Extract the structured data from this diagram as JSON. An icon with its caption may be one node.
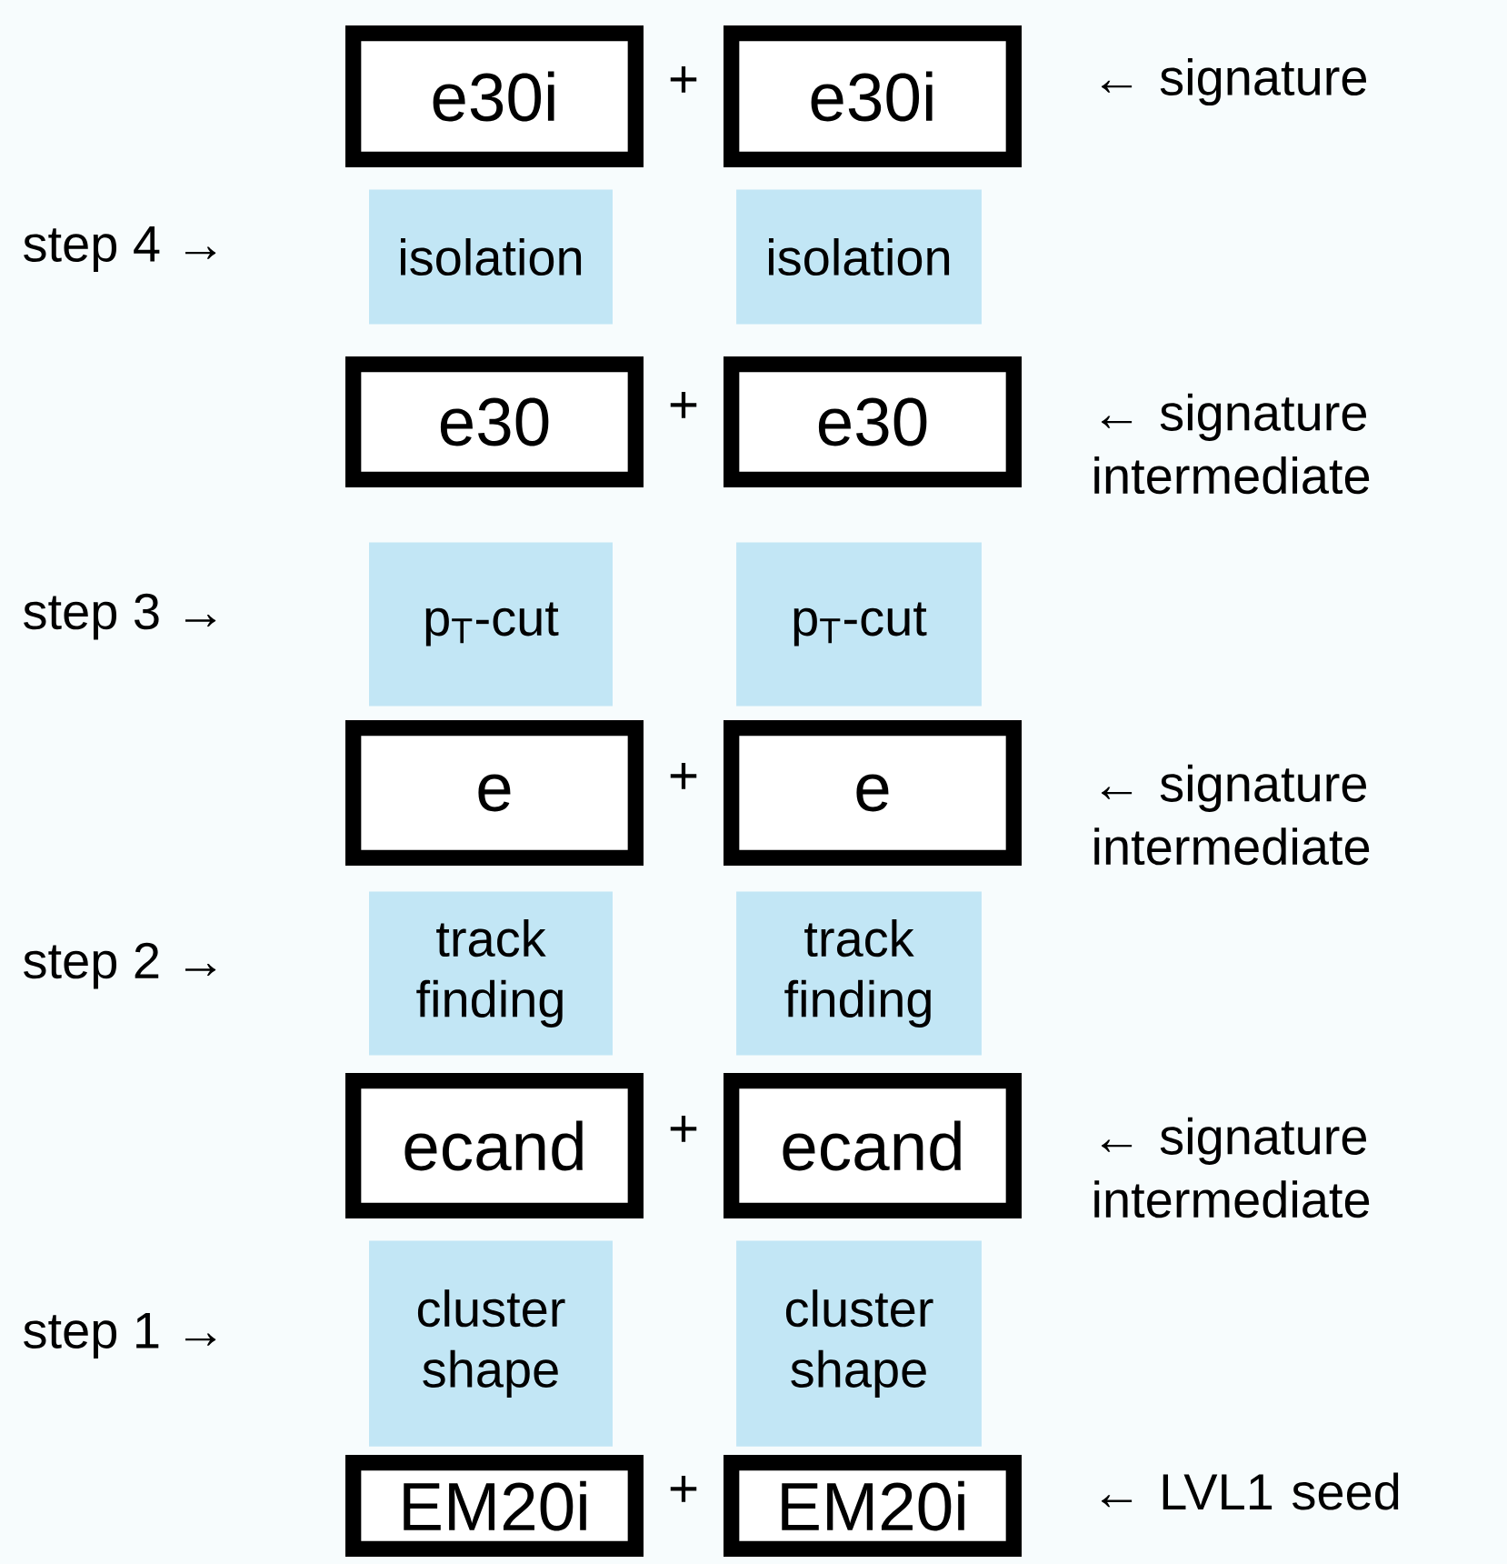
{
  "diagram": {
    "nodes": [
      {
        "text": [
          "e30i"
        ]
      },
      {
        "text": [
          "e30i"
        ]
      },
      {
        "text": [
          "isolation"
        ]
      },
      {
        "text": [
          "isolation"
        ]
      },
      {
        "text": [
          "e30"
        ]
      },
      {
        "text": [
          "e30"
        ]
      },
      {
        "text": [
          "p$_{T}$-cut"
        ]
      },
      {
        "text": [
          "p$_{T}$-cut"
        ]
      },
      {
        "text": [
          "e"
        ]
      },
      {
        "text": [
          "e"
        ]
      },
      {
        "text": [
          "track finding"
        ]
      },
      {
        "text": [
          "track finding"
        ]
      },
      {
        "text": [
          "ecand"
        ]
      },
      {
        "text": [
          "ecand"
        ]
      },
      {
        "text": [
          "cluster shape"
        ]
      },
      {
        "text": [
          "cluster shape"
        ]
      },
      {
        "text": [
          "EM20i"
        ]
      },
      {
        "text": [
          "EM20i"
        ]
      }
    ],
    "labels": [
      "+",
      "← signature",
      "step 4 →",
      "+",
      "← signature intermediate",
      "step 3 →",
      "+",
      "← signature intermediate",
      "step 2 →",
      "+",
      "← signature intermediate",
      "step 1 →",
      "+",
      "← LVL1 seed"
    ]
  }
}
